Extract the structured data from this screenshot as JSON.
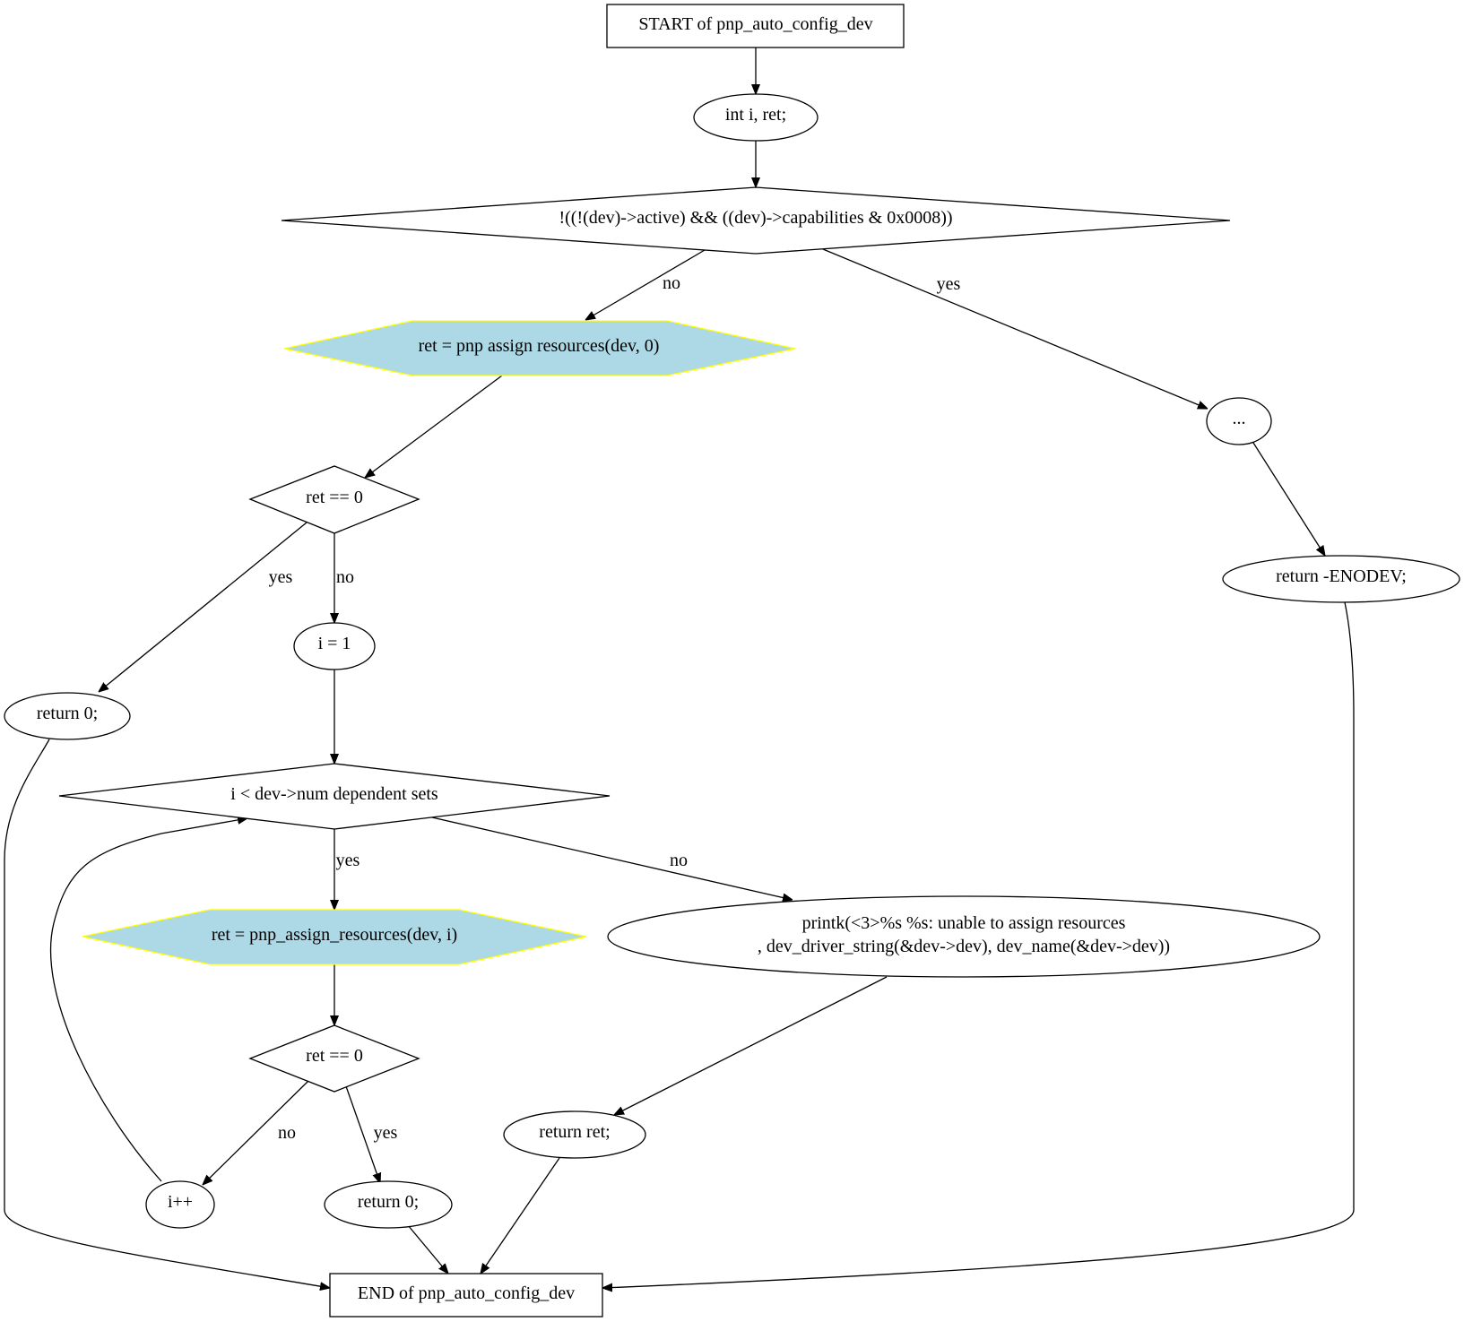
{
  "diagram": {
    "type": "flowchart",
    "colors": {
      "node_fill": "#ffffff",
      "node_stroke": "#000000",
      "call_fill": "#add8e6",
      "call_stroke": "#ffff00",
      "edge": "#000000"
    },
    "nodes": {
      "start": "START of pnp_auto_config_dev",
      "decl": "int i, ret;",
      "cond_active": "!((!(dev)->active) && ((dev)->capabilities & 0x0008))",
      "assign0": "ret = pnp  assign  resources(dev, 0)",
      "ellipsis": "...",
      "ret_check1": "ret == 0",
      "return_enodev": "return -ENODEV;",
      "init_i": "i = 1",
      "return0_a": "return 0;",
      "loop_cond": "i < dev->num  dependent  sets",
      "assign_i": "ret = pnp_assign_resources(dev, i)",
      "printk_line1": "printk(<3>%s %s: unable to assign resources",
      "printk_line2": ", dev_driver_string(&dev->dev), dev_name(&dev->dev))",
      "ret_check2": "ret == 0",
      "return_ret": "return ret;",
      "incr": "i++",
      "return0_b": "return 0;",
      "end": "END of pnp_auto_config_dev"
    },
    "edge_labels": {
      "cond_no": "no",
      "cond_yes": "yes",
      "check1_yes": "yes",
      "check1_no": "no",
      "loop_yes": "yes",
      "loop_no": "no",
      "check2_no": "no",
      "check2_yes": "yes"
    }
  }
}
